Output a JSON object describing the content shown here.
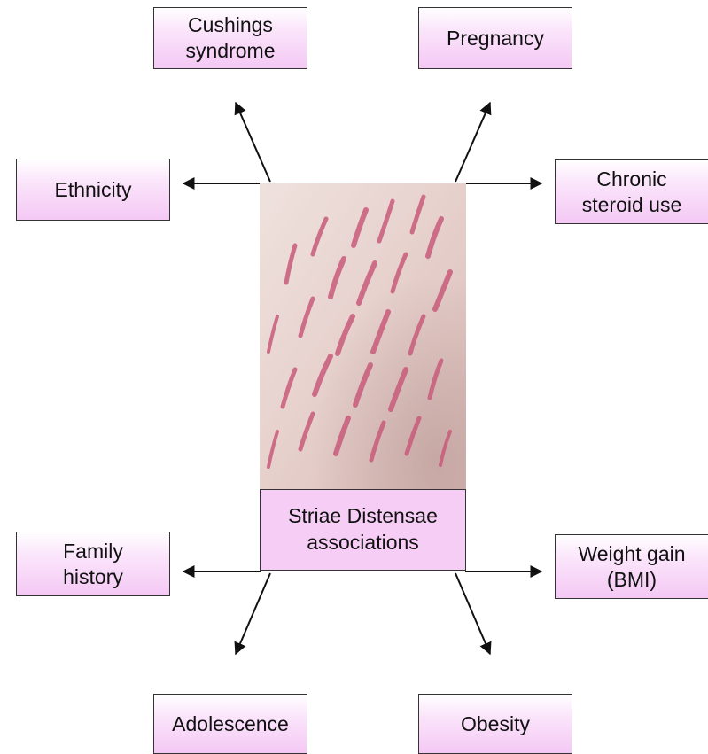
{
  "diagram": {
    "center": {
      "label": "Striae Distensae\nassociations",
      "image": "striae-skin-photo"
    },
    "factors": {
      "cushings": "Cushings\nsyndrome",
      "pregnancy": "Pregnancy",
      "ethnicity": "Ethnicity",
      "steroid": "Chronic\nsteroid use",
      "family": "Family\nhistory",
      "weight": "Weight gain\n(BMI)",
      "adolescence": "Adolescence",
      "obesity": "Obesity"
    },
    "colors": {
      "box_fill": "#f6cdf5",
      "border": "#333333",
      "arrow": "#111111",
      "skin": "#e8d2cf",
      "striae": "#c85a7a"
    }
  }
}
